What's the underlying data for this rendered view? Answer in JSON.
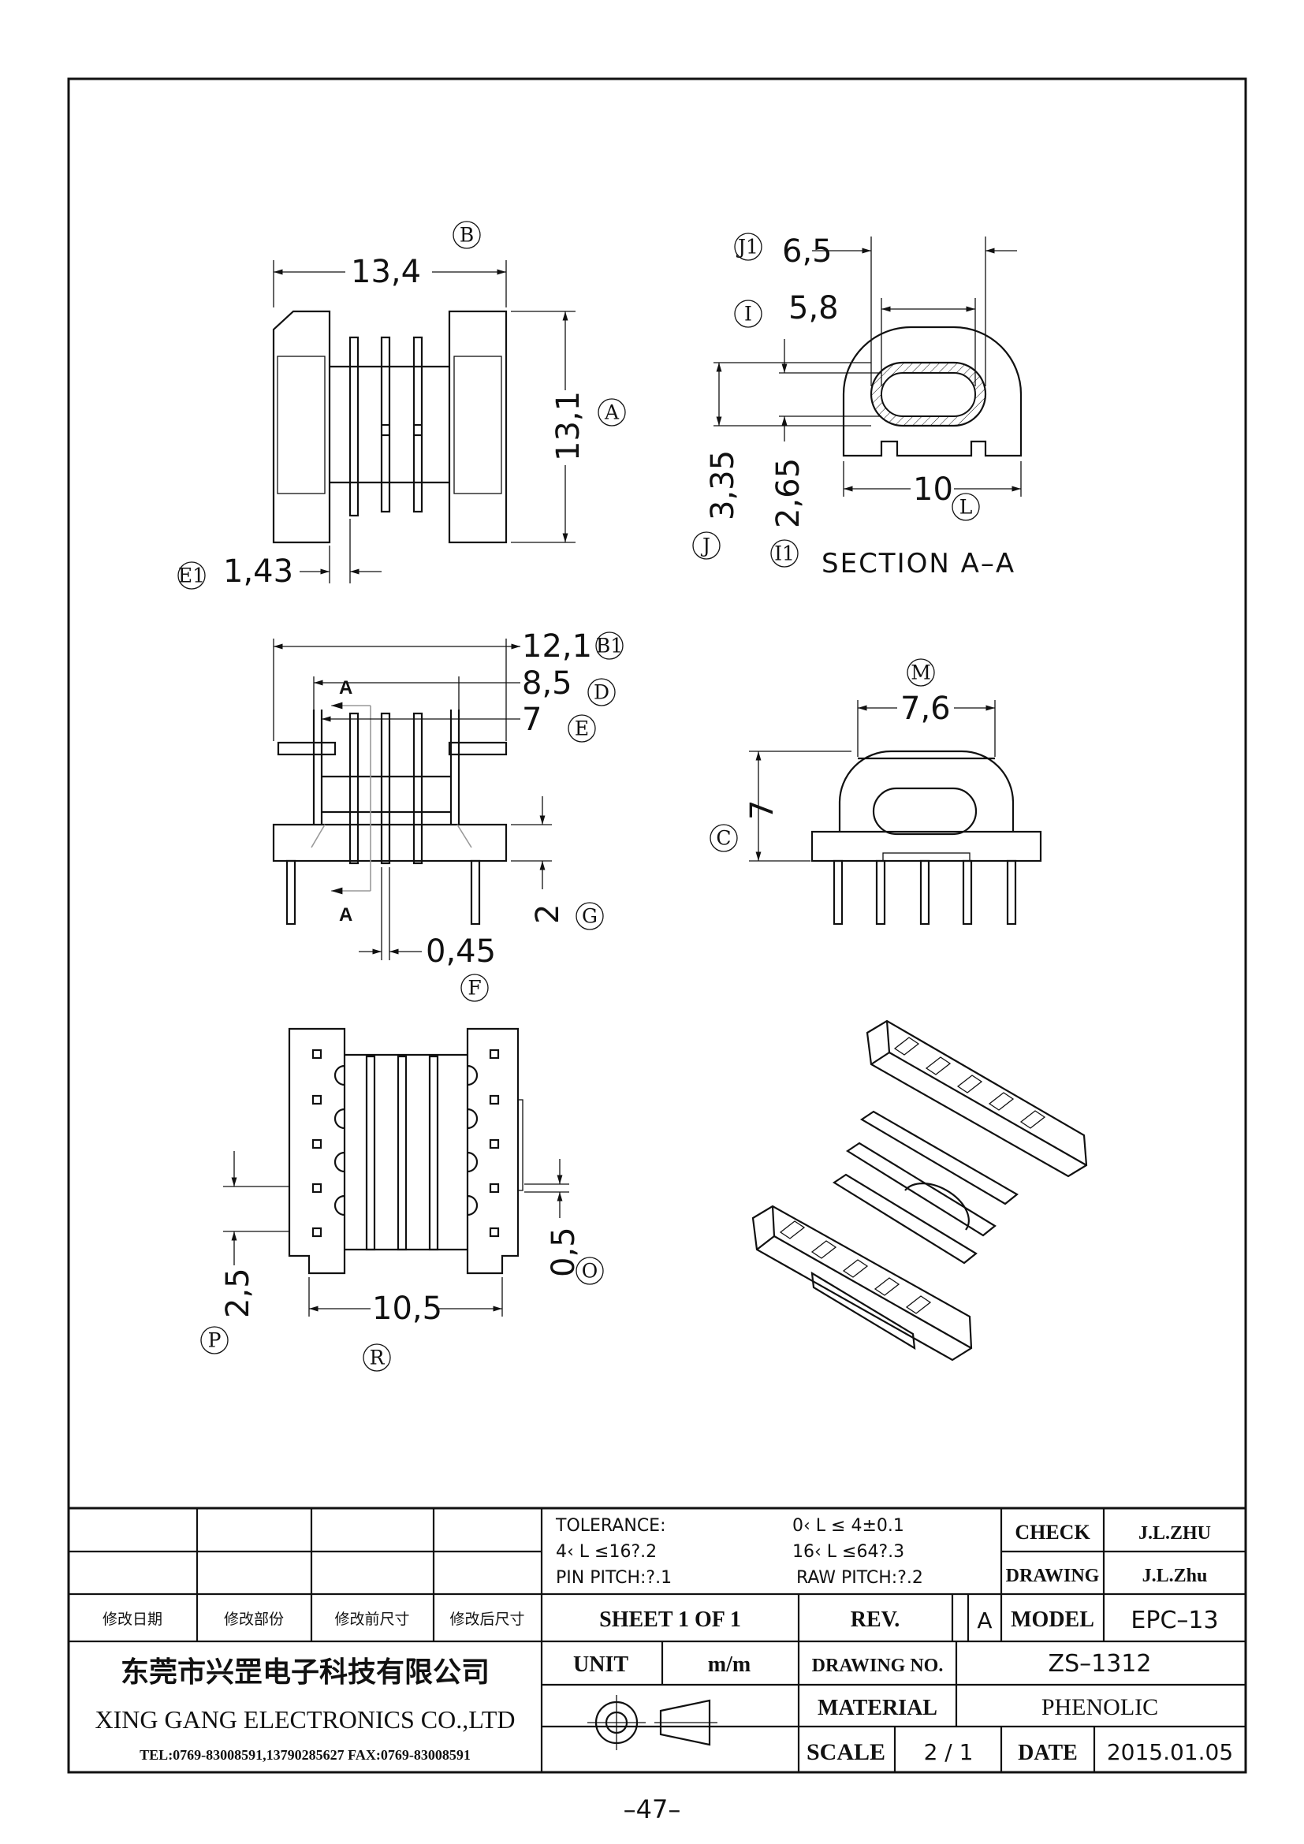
{
  "dimensions": {
    "B": "13,4",
    "A": "13,1",
    "E1": "1,43",
    "J1": "6,5",
    "I": "5,8",
    "J": "3,35",
    "I1": "2,65",
    "L": "10",
    "B1": "12,1",
    "D": "8,5",
    "E": "7",
    "G": "2",
    "F": "0,45",
    "M": "7,6",
    "C": "7",
    "P": "2,5",
    "R": "10,5",
    "O": "0,5"
  },
  "tags": {
    "A": "A",
    "B": "B",
    "E1": "E1",
    "J1": "J1",
    "I": "I",
    "J": "J",
    "I1": "I1",
    "L": "L",
    "B1": "B1",
    "D": "D",
    "E": "E",
    "G": "G",
    "F": "F",
    "M": "M",
    "C": "C",
    "P": "P",
    "R": "R",
    "O": "O"
  },
  "section_label": "SECTION  A–A",
  "section_mark": "A",
  "title_block": {
    "tolerance_label": "TOLERANCE:",
    "tolerance_1": "0‹ L ≤ 4±0.1",
    "tolerance_2": "4‹ L ≤16?.2",
    "tolerance_3": "16‹ L ≤64?.3",
    "pin_pitch": "PIN PITCH:?.1",
    "raw_pitch": "RAW PITCH:?.2",
    "check_label": "CHECK",
    "check_value": "J.L.ZHU",
    "drawing_label": "DRAWING",
    "drawing_value": "J.L.Zhu",
    "rev_col_1": "修改日期",
    "rev_col_2": "修改部份",
    "rev_col_3": "修改前尺寸",
    "rev_col_4": "修改后尺寸",
    "sheet": "SHEET  1  OF  1",
    "rev_label": "REV.",
    "rev_value": "A",
    "model_label": "MODEL",
    "model_value": "EPC–13",
    "company_cn": "东莞市兴罡电子科技有限公司",
    "company_en": "XING GANG  ELECTRONICS CO.,LTD",
    "contact": "TEL:0769-83008591,13790285627 FAX:0769-83008591",
    "unit_label": "UNIT",
    "unit_value": "m/m",
    "drawing_no_label": "DRAWING  NO.",
    "drawing_no_value": "ZS–1312",
    "material_label": "MATERIAL",
    "material_value": "PHENOLIC",
    "scale_label": "SCALE",
    "scale_value": "2  /  1",
    "date_label": "DATE",
    "date_value": "2015.01.05"
  },
  "page_number": "–47–"
}
